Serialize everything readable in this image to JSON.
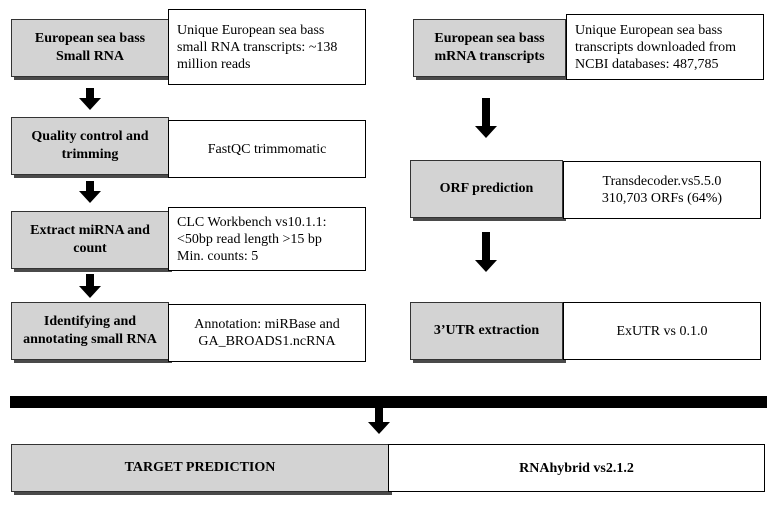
{
  "left": {
    "steps": [
      {
        "label": "European  sea bass\nSmall RNA",
        "note": "Unique  European  sea bass\nsmall  RNA  transcripts:  ~138\nmillion reads"
      },
      {
        "label": "Quality control and\ntrimming",
        "note": "FastQC trimmomatic"
      },
      {
        "label": "Extract miRNA and\ncount",
        "note": "CLC Workbench vs10.1.1:\n<50bp read length  >15 bp\nMin. counts:  5"
      },
      {
        "label": "Identifying and\nannotating small RNA",
        "note": "Annotation:  miRBase and\nGA_BROADS1.ncRNA"
      }
    ]
  },
  "right": {
    "steps": [
      {
        "label": "European sea bass\nmRNA transcripts",
        "note": "Unique  European  sea bass\ntranscripts  downloaded from\nNCBI databases: 487,785"
      },
      {
        "label": "ORF prediction",
        "note": "Transdecoder.vs5.5.0\n310,703 ORFs (64%)"
      },
      {
        "label": "3’UTR extraction",
        "note": "ExUTR  vs  0.1.0"
      }
    ]
  },
  "final": {
    "label": "TARGET PREDICTION",
    "note": "RNAhybrid  vs2.1.2"
  }
}
